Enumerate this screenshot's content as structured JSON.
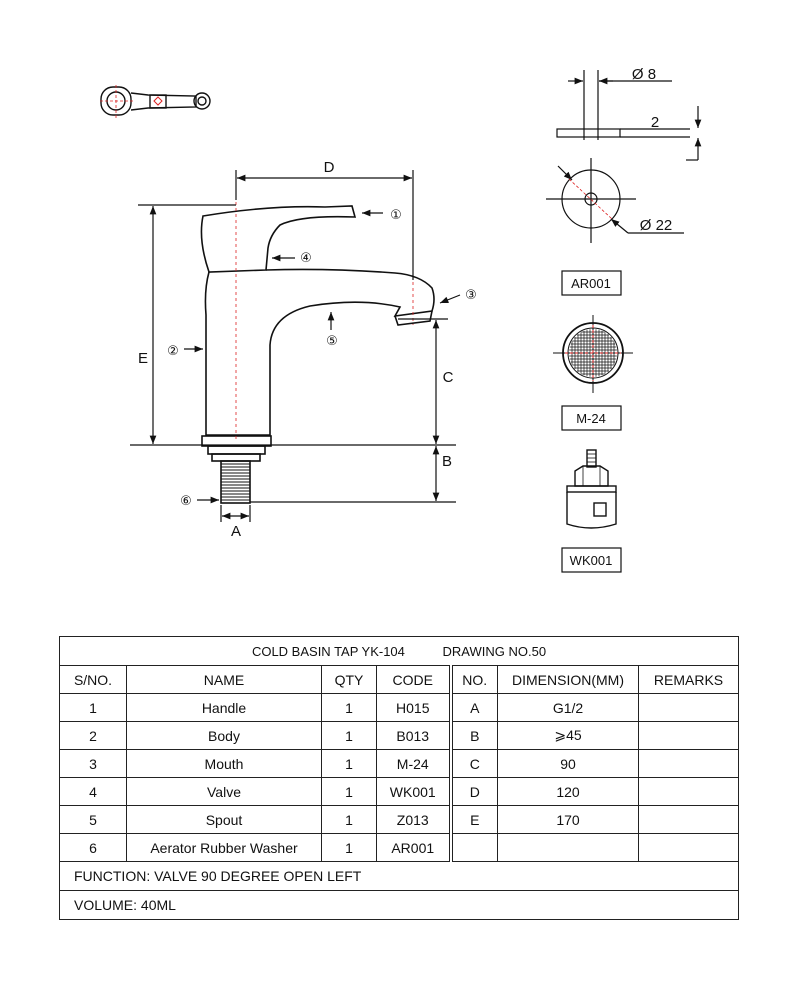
{
  "drawing": {
    "dim_labels": {
      "D": "D",
      "E": "E",
      "C": "C",
      "B": "B",
      "A": "A"
    },
    "callouts": {
      "handle": "①",
      "body": "②",
      "mouth": "③",
      "valve": "④",
      "spout": "⑤",
      "thread": "⑥"
    },
    "washer": {
      "inner_diameter": "Ø 8",
      "thickness": "2",
      "outer_diameter": "Ø 22"
    },
    "parts": {
      "washer_code": "AR001",
      "aerator_code": "M-24",
      "valve_code": "WK001"
    }
  },
  "table": {
    "title": "COLD BASIN TAP YK-104",
    "drawing_no": "DRAWING NO.50",
    "headers": [
      "S/NO.",
      "NAME",
      "QTY",
      "CODE",
      "NO.",
      "DIMENSION(MM)",
      "REMARKS"
    ],
    "rows": [
      {
        "sno": "1",
        "name": "Handle",
        "qty": "1",
        "code": "H015",
        "no": "A",
        "dim": "G1/2",
        "remarks": ""
      },
      {
        "sno": "2",
        "name": "Body",
        "qty": "1",
        "code": "B013",
        "no": "B",
        "dim": "⩾45",
        "remarks": ""
      },
      {
        "sno": "3",
        "name": "Mouth",
        "qty": "1",
        "code": "M-24",
        "no": "C",
        "dim": "90",
        "remarks": ""
      },
      {
        "sno": "4",
        "name": "Valve",
        "qty": "1",
        "code": "WK001",
        "no": "D",
        "dim": "120",
        "remarks": ""
      },
      {
        "sno": "5",
        "name": "Spout",
        "qty": "1",
        "code": "Z013",
        "no": "E",
        "dim": "170",
        "remarks": ""
      },
      {
        "sno": "6",
        "name": "Aerator Rubber Washer",
        "qty": "1",
        "code": "AR001",
        "no": "",
        "dim": "",
        "remarks": ""
      }
    ],
    "function": "FUNCTION: VALVE 90 DEGREE OPEN LEFT",
    "volume": "VOLUME: 40ML"
  }
}
